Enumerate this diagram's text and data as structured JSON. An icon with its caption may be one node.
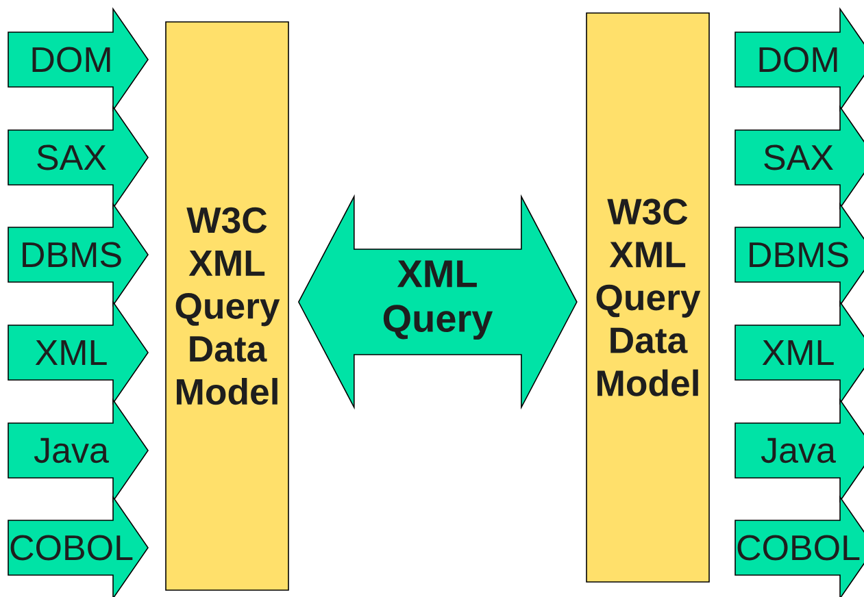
{
  "diagram": {
    "nodes": [
      {
        "text": [
          "DOM"
        ]
      },
      {
        "text": [
          "SAX"
        ]
      },
      {
        "text": [
          "DBMS"
        ]
      },
      {
        "text": [
          "XML"
        ]
      },
      {
        "text": [
          "Java"
        ]
      },
      {
        "text": [
          "COBOL"
        ]
      },
      {
        "text": [
          "W3C XML Query Data Model"
        ]
      },
      {
        "text": [
          "W3C XML Query Data Model"
        ]
      },
      {
        "text": [
          "DOM"
        ]
      },
      {
        "text": [
          "SAX"
        ]
      },
      {
        "text": [
          "DBMS"
        ]
      },
      {
        "text": [
          "XML"
        ]
      },
      {
        "text": [
          "Java"
        ]
      },
      {
        "text": [
          "COBOL"
        ]
      }
    ],
    "edges": [
      {
        "from": 6,
        "to": 7,
        "arrow": "both",
        "label": "XML Query"
      }
    ]
  }
}
